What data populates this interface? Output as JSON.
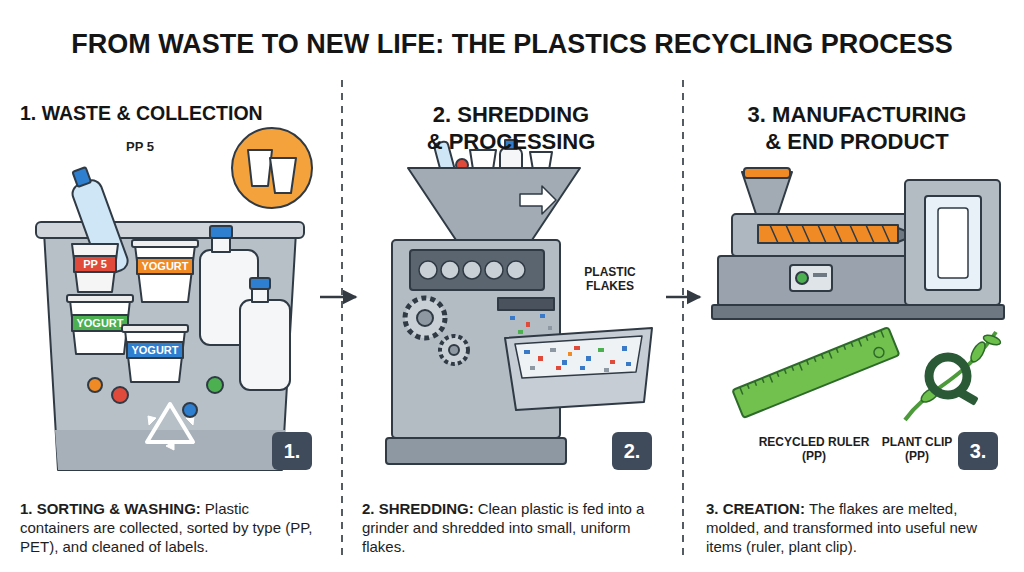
{
  "diagram": {
    "title": "FROM WASTE TO NEW LIFE: THE PLASTICS RECYCLING PROCESS",
    "nodes": [
      {
        "text": [
          "1. WASTE & COLLECTION",
          "1. SORTING & WASHING:",
          "Plastic containers are collected, sorted by type (PP, PET), and cleaned of labels."
        ]
      },
      {
        "text": [
          "2. SHREDDING & PROCESSING",
          "2. SHREDDING:",
          "Clean plastic is fed into a grinder and shredded into small, uniform flakes."
        ]
      },
      {
        "text": [
          "3. MANUFACTURING & END PRODUCT",
          "3. CREATION:",
          "The flakes are melted, molded, and transformed into useful new items (ruler, plant clip)."
        ]
      }
    ],
    "edges": [
      {
        "from": 0,
        "to": 1,
        "arrow": "to"
      },
      {
        "from": 1,
        "to": 2,
        "arrow": "to"
      }
    ],
    "labels": [
      "PP 5",
      "PP 5",
      "YOGURT",
      "YOGURT",
      "YOGURT",
      "PLASTIC FLAKES",
      "1.",
      "2.",
      "RECYCLED RULER (PP)",
      "PLANT CLIP (PP)",
      "3."
    ]
  }
}
